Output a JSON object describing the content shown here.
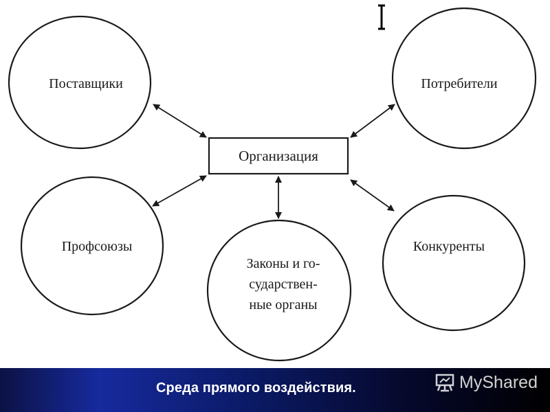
{
  "diagram": {
    "center": {
      "label": "Организация"
    },
    "nodes": {
      "suppliers": {
        "label": "Поставщики"
      },
      "consumers": {
        "label": "Потребители"
      },
      "unions": {
        "label": "Профсоюзы"
      },
      "law": {
        "lines": [
          "Законы и го-",
          "сударствен-",
          "ные органы"
        ]
      },
      "competitors": {
        "label": "Конкуренты"
      }
    }
  },
  "footer": {
    "caption": "Среда прямого воздействия.",
    "watermark": "MyShared"
  },
  "colors": {
    "stroke": "#1a1a1a",
    "footer_bar": "#0b1a66",
    "caption_text": "#ffffff"
  }
}
